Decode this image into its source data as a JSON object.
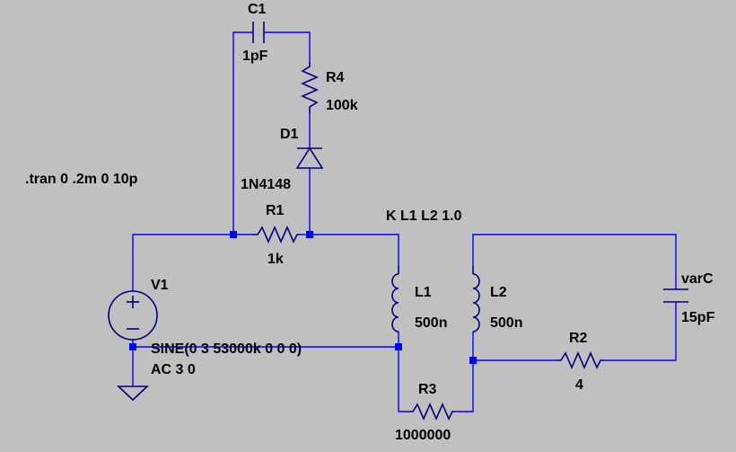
{
  "directive_tran": ".tran 0 .2m 0 10p",
  "directive_coupling": "K L1 L2 1.0",
  "components": {
    "c1": {
      "name": "C1",
      "value": "1pF"
    },
    "r4": {
      "name": "R4",
      "value": "100k"
    },
    "d1": {
      "name": "D1",
      "value": "1N4148"
    },
    "r1": {
      "name": "R1",
      "value": "1k"
    },
    "v1": {
      "name": "V1",
      "value": "SINE(0 3 53000k 0 0 0)",
      "ac": "AC 3 0"
    },
    "l1": {
      "name": "L1",
      "value": "500n"
    },
    "l2": {
      "name": "L2",
      "value": "500n"
    },
    "varc": {
      "name": "varC",
      "value": "15pF"
    },
    "r2": {
      "name": "R2",
      "value": "4"
    },
    "r3": {
      "name": "R3",
      "value": "1000000"
    }
  },
  "colors": {
    "background": "#c0c0c0",
    "wire": "#0000ff",
    "component": "#000080",
    "text": "#000000"
  }
}
